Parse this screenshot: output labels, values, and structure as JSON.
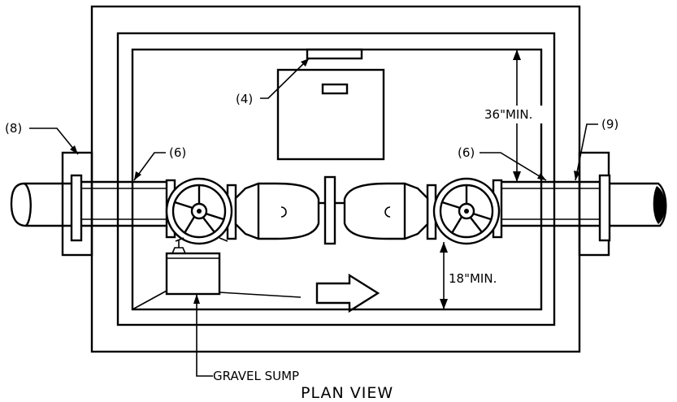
{
  "labels": {
    "callout_4": "(4)",
    "callout_8": "(8)",
    "callout_6_left": "(6)",
    "callout_6_right": "(6)",
    "callout_9": "(9)",
    "dim_top": "36\"MIN.",
    "dim_bottom": "18\"MIN.",
    "sump": "GRAVEL SUMP",
    "view_title": "PLAN VIEW"
  }
}
